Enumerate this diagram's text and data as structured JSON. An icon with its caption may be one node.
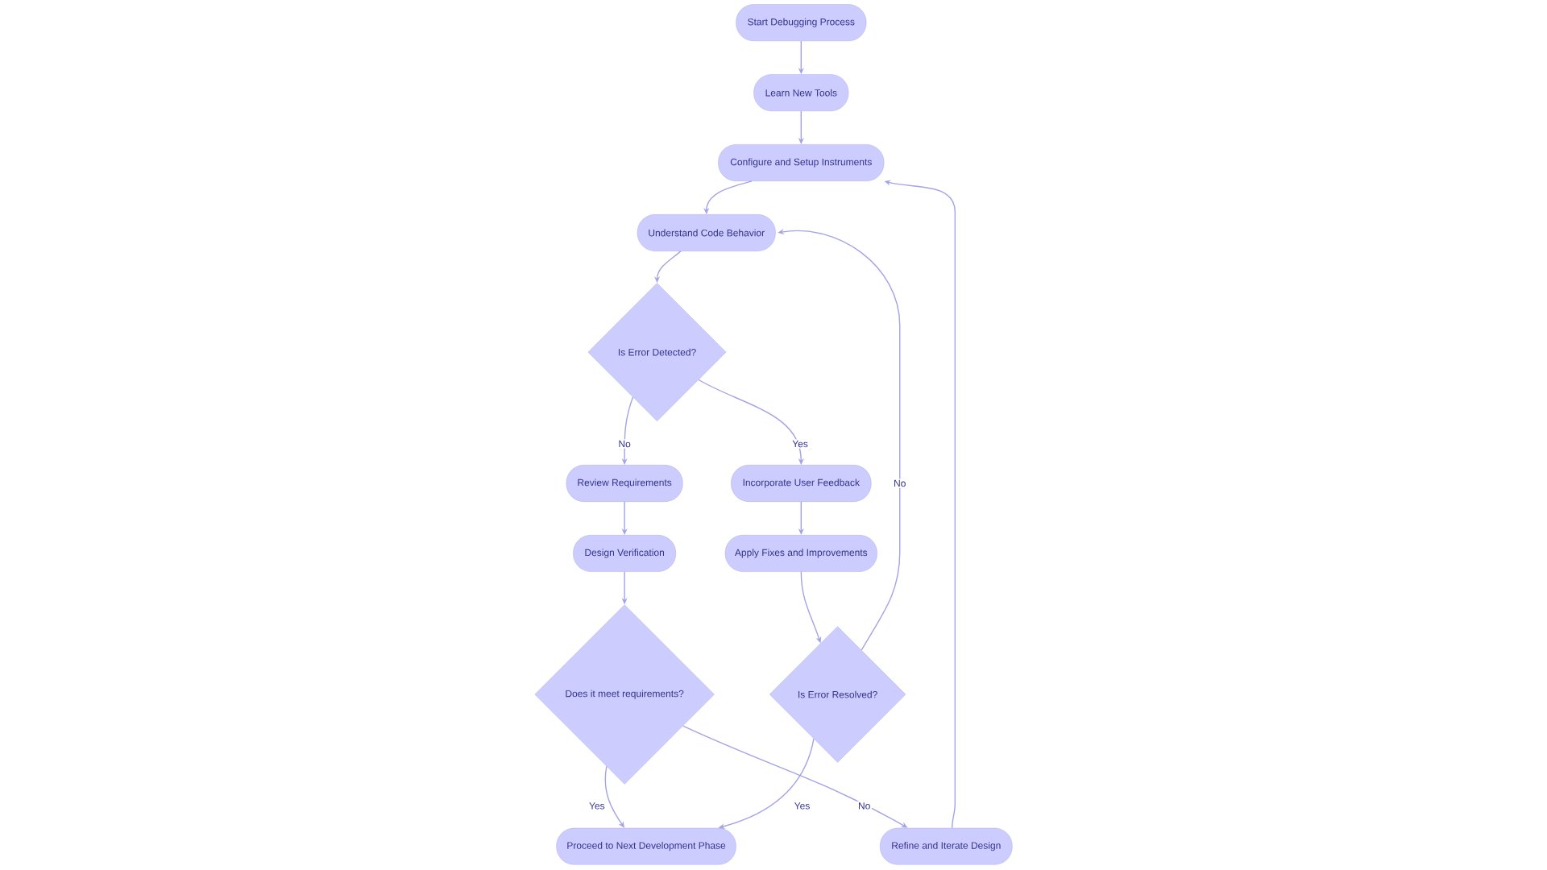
{
  "diagram": {
    "nodes": [
      {
        "text": [
          "Start Debugging Process"
        ]
      },
      {
        "text": [
          "Learn New Tools"
        ]
      },
      {
        "text": [
          "Configure and Setup Instruments"
        ]
      },
      {
        "text": [
          "Understand Code Behavior"
        ]
      },
      {
        "text": [
          "Is Error Detected?"
        ]
      },
      {
        "text": [
          "Review Requirements"
        ]
      },
      {
        "text": [
          "Incorporate User Feedback"
        ]
      },
      {
        "text": [
          "Design Verification"
        ]
      },
      {
        "text": [
          "Apply Fixes and Improvements"
        ]
      },
      {
        "text": [
          "Does it meet requirements?"
        ]
      },
      {
        "text": [
          "Is Error Resolved?"
        ]
      },
      {
        "text": [
          "Proceed to Next Development Phase"
        ]
      },
      {
        "text": [
          "Refine and Iterate Design"
        ]
      }
    ],
    "edges": [
      {
        "from": 0,
        "to": 1,
        "arrow": "to"
      },
      {
        "from": 1,
        "to": 2,
        "arrow": "to"
      },
      {
        "from": 2,
        "to": 3,
        "arrow": "to"
      },
      {
        "from": 3,
        "to": 4,
        "arrow": "to"
      },
      {
        "from": 4,
        "to": 5,
        "arrow": "to",
        "label": "No"
      },
      {
        "from": 4,
        "to": 6,
        "arrow": "to",
        "label": "Yes"
      },
      {
        "from": 5,
        "to": 7,
        "arrow": "to"
      },
      {
        "from": 6,
        "to": 8,
        "arrow": "to"
      },
      {
        "from": 7,
        "to": 9,
        "arrow": "to"
      },
      {
        "from": 8,
        "to": 10,
        "arrow": "to"
      },
      {
        "from": 10,
        "to": 3,
        "arrow": "to",
        "label": "No"
      },
      {
        "from": 10,
        "to": 11,
        "arrow": "to",
        "label": "Yes"
      },
      {
        "from": 9,
        "to": 11,
        "arrow": "to",
        "label": "Yes"
      },
      {
        "from": 9,
        "to": 12,
        "arrow": "to",
        "label": "No"
      },
      {
        "from": 12,
        "to": 2,
        "arrow": "to"
      }
    ]
  }
}
